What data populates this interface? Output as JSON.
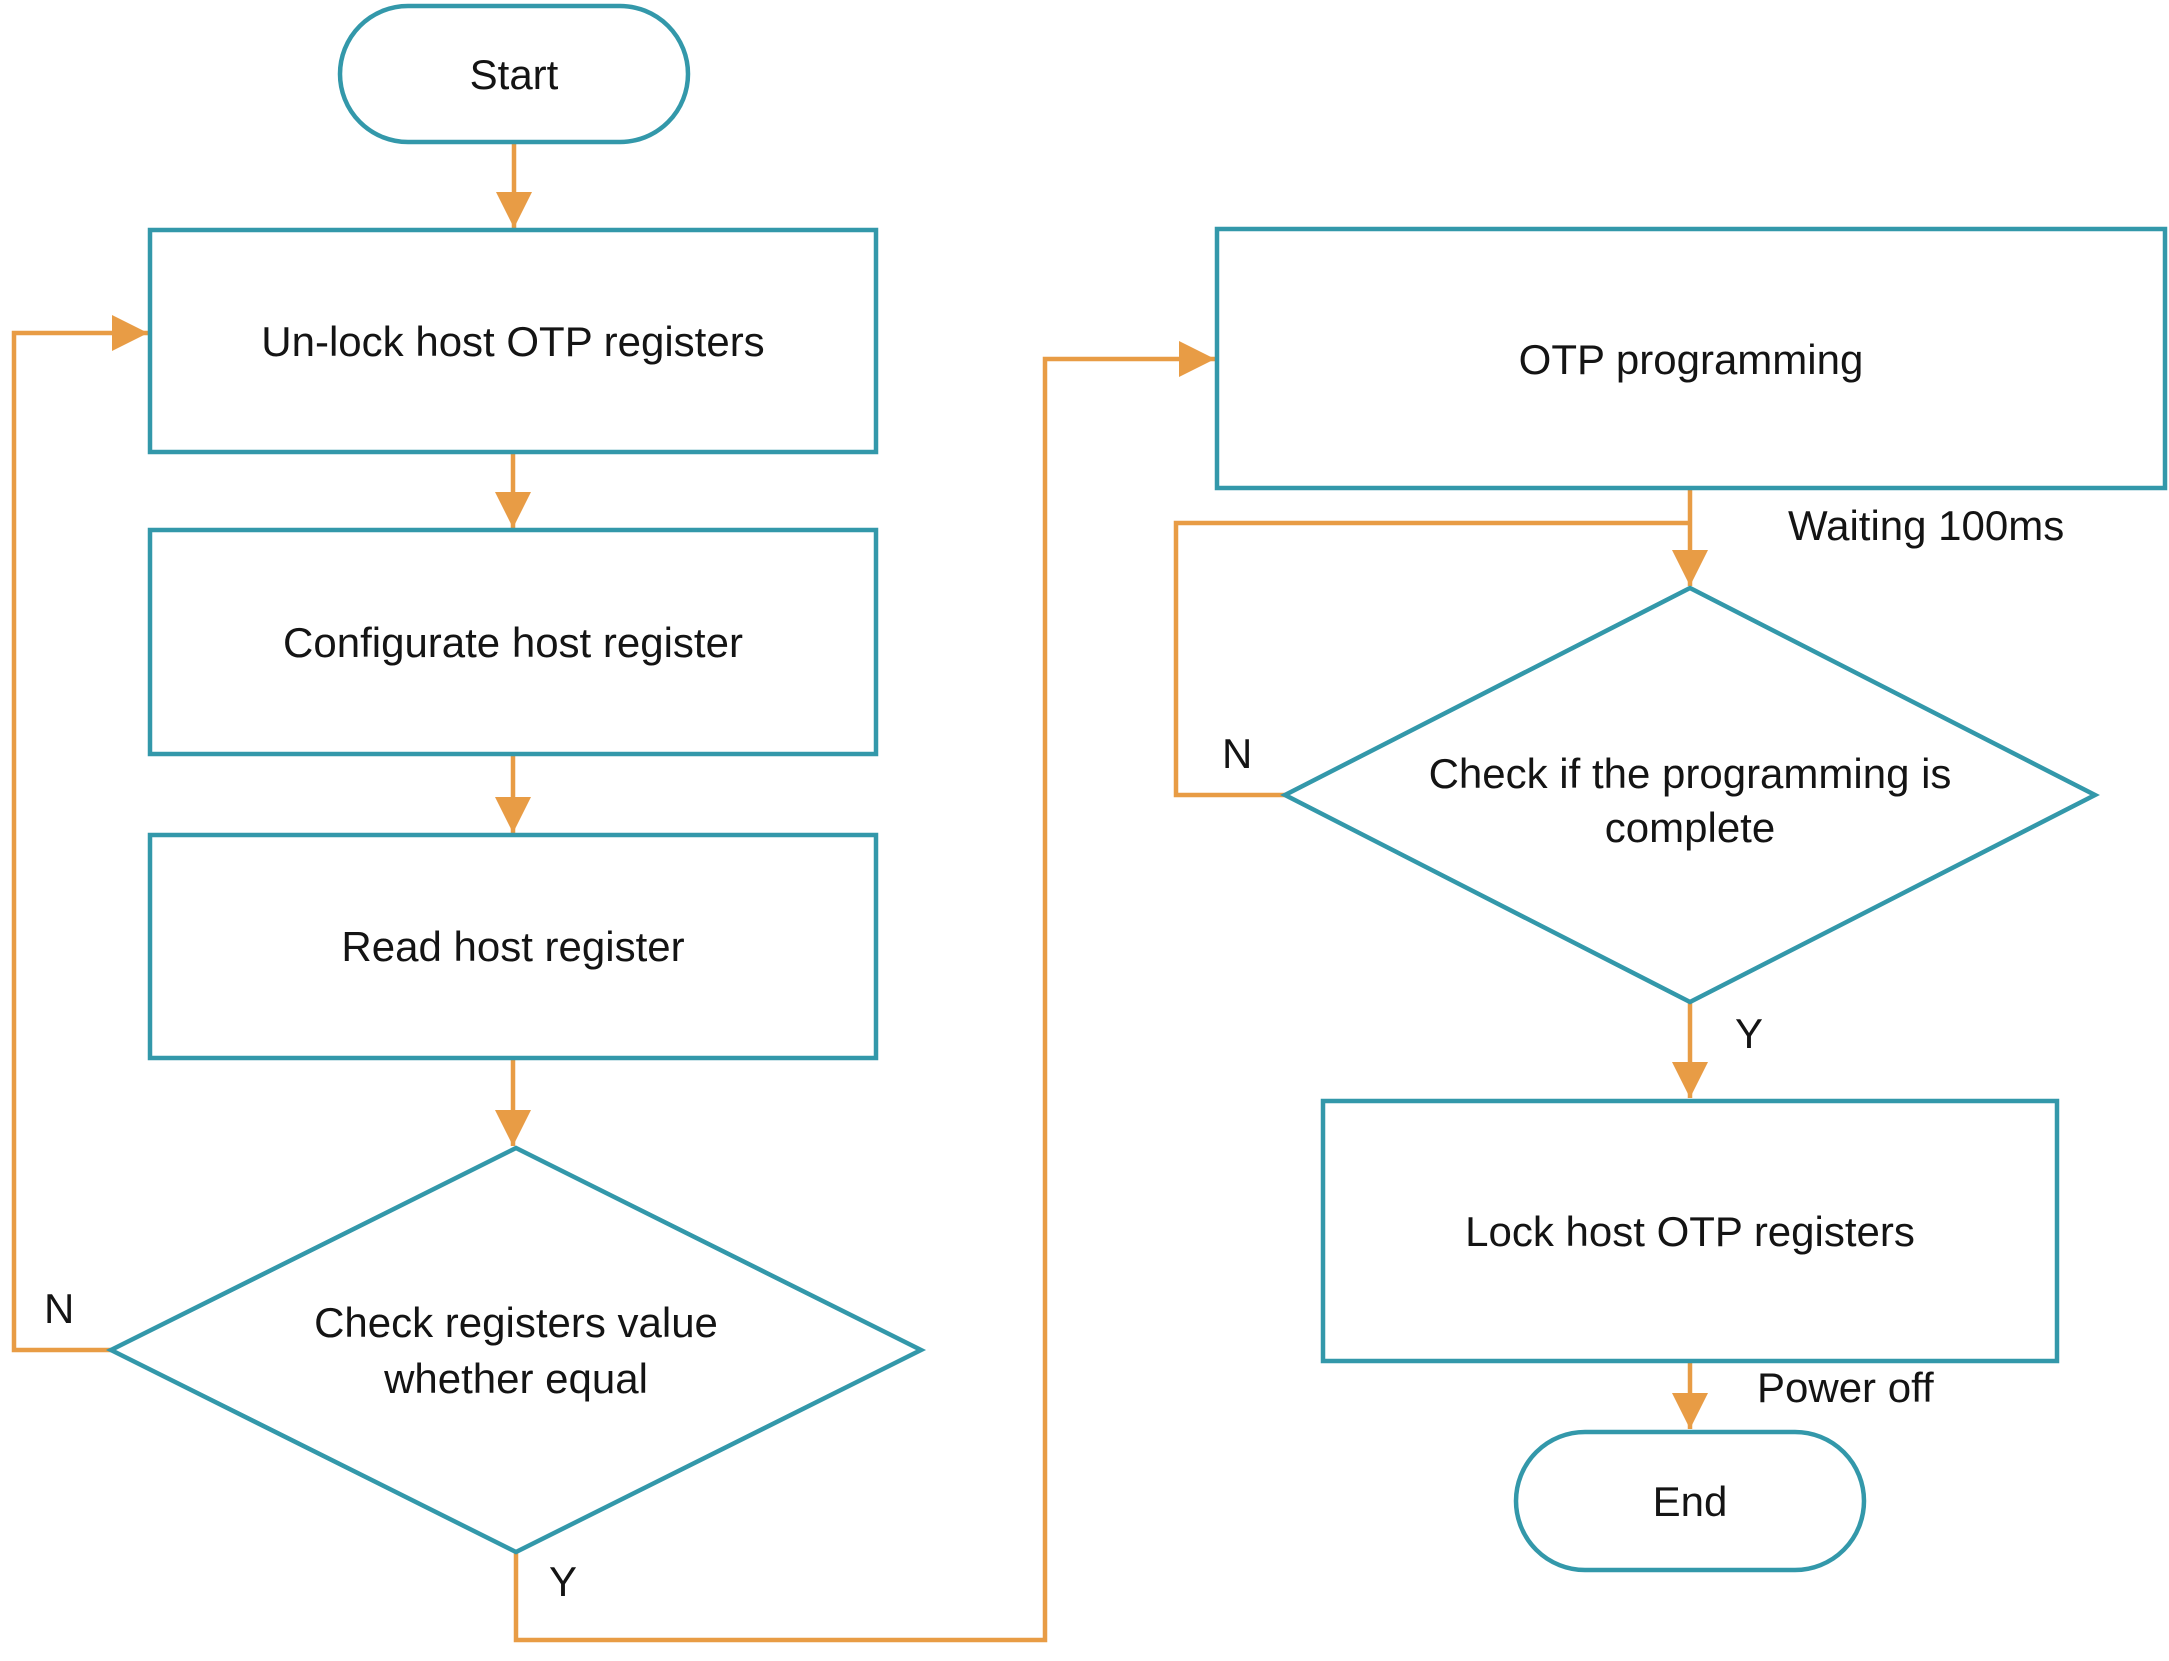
{
  "colors": {
    "shape_border": "#3398AA",
    "arrow": "#E89C45",
    "text": "#141414",
    "background": "#FFFFFF"
  },
  "nodes": {
    "start": {
      "type": "terminator",
      "label": "Start"
    },
    "unlock": {
      "type": "process",
      "label": "Un-lock host OTP registers"
    },
    "configurate": {
      "type": "process",
      "label": "Configurate host register"
    },
    "read": {
      "type": "process",
      "label": "Read host register"
    },
    "check_registers": {
      "type": "decision",
      "label_line1": "Check registers value",
      "label_line2": "whether equal"
    },
    "otp_programming": {
      "type": "process",
      "label": "OTP programming"
    },
    "check_complete": {
      "type": "decision",
      "label_line1": "Check if the programming is",
      "label_line2": "complete"
    },
    "lock": {
      "type": "process",
      "label": "Lock host OTP registers"
    },
    "end": {
      "type": "terminator",
      "label": "End"
    }
  },
  "edge_labels": {
    "check_registers_no": "N",
    "check_registers_yes": "Y",
    "waiting": "Waiting 100ms",
    "check_complete_no": "N",
    "check_complete_yes": "Y",
    "power_off": "Power off"
  }
}
